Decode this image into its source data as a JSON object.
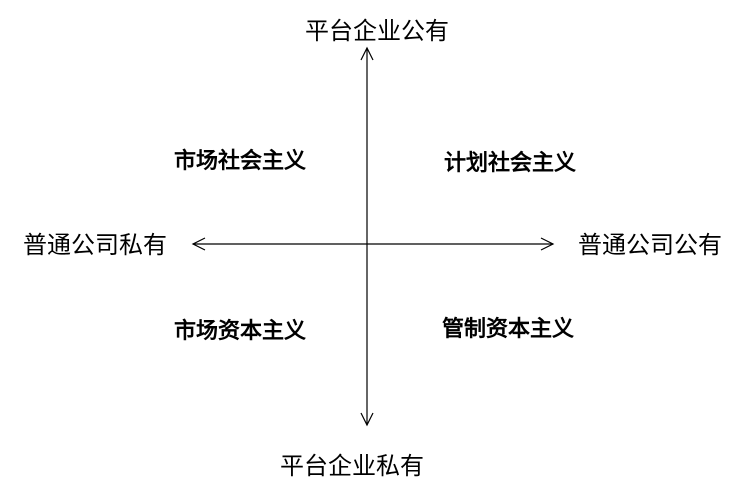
{
  "axes": {
    "top": "平台企业公有",
    "bottom": "平台企业私有",
    "left": "普通公司私有",
    "right": "普通公司公有"
  },
  "quadrants": {
    "top_left": "市场社会主义",
    "top_right": "计划社会主义",
    "bottom_left": "市场资本主义",
    "bottom_right": "管制资本主义"
  },
  "colors": {
    "line": "#000000",
    "text": "#000000",
    "background": "#ffffff"
  }
}
